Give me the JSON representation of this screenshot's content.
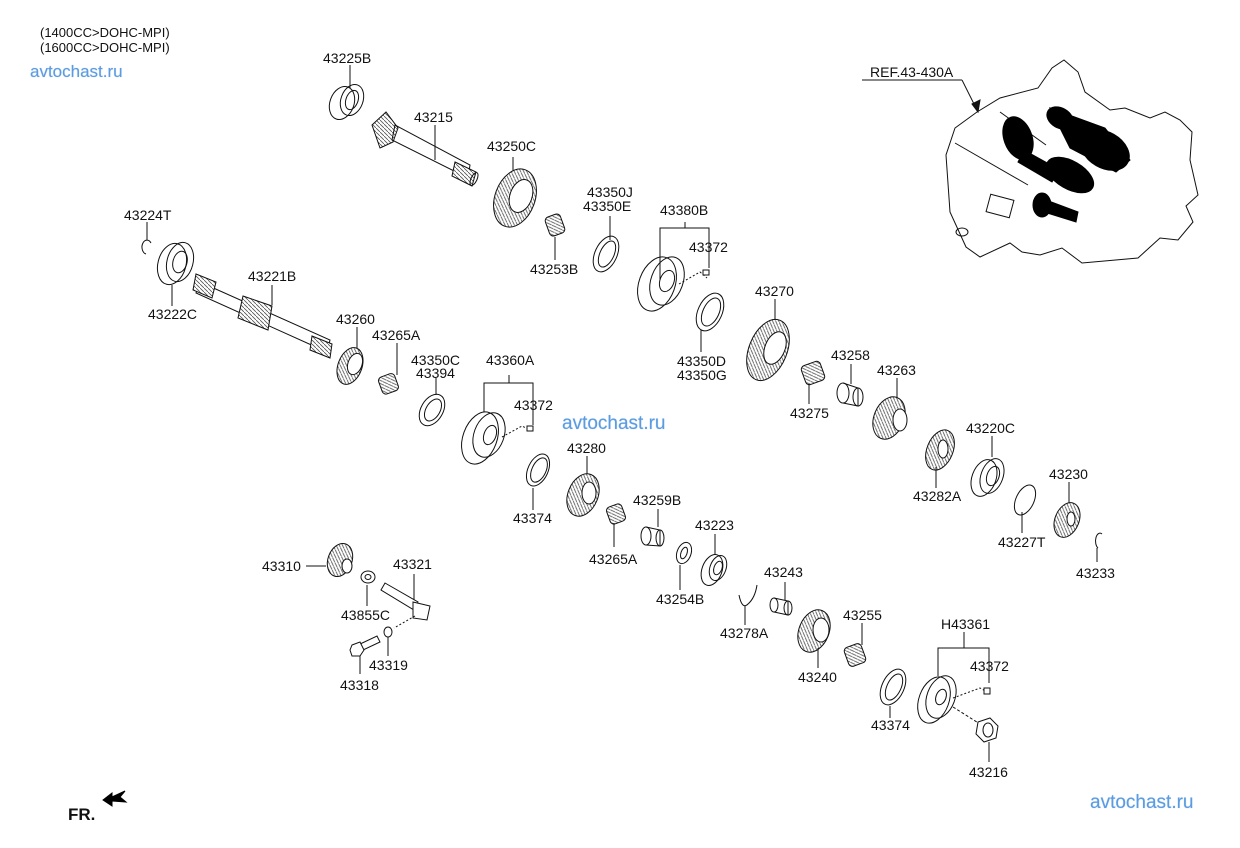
{
  "header": {
    "notes": [
      "(1400CC>DOHC-MPI)",
      "(1600CC>DOHC-MPI)"
    ]
  },
  "reference": {
    "label": "REF.43-430A"
  },
  "direction": {
    "label": "FR."
  },
  "watermarks": [
    "avtochast.ru",
    "avtochast.ru",
    "avtochast.ru"
  ],
  "parts": {
    "p43225B": "43225B",
    "p43215": "43215",
    "p43250C": "43250C",
    "p43350J": "43350J",
    "p43350E": "43350E",
    "p43253B": "43253B",
    "p43380B": "43380B",
    "p43372a": "43372",
    "p43350D": "43350D",
    "p43350G": "43350G",
    "p43224T": "43224T",
    "p43222C": "43222C",
    "p43221B": "43221B",
    "p43260": "43260",
    "p43265A_1": "43265A",
    "p43350C": "43350C",
    "p43394": "43394",
    "p43360A": "43360A",
    "p43372b": "43372",
    "p43374a": "43374",
    "p43270": "43270",
    "p43258": "43258",
    "p43275": "43275",
    "p43263": "43263",
    "p43220C": "43220C",
    "p43282A": "43282A",
    "p43230": "43230",
    "p43227T": "43227T",
    "p43233": "43233",
    "p43280": "43280",
    "p43259B": "43259B",
    "p43265A_2": "43265A",
    "p43223": "43223",
    "p43254B": "43254B",
    "p43310": "43310",
    "p43321": "43321",
    "p43855C": "43855C",
    "p43319": "43319",
    "p43318": "43318",
    "p43243": "43243",
    "p43278A": "43278A",
    "p43255": "43255",
    "p43240": "43240",
    "pH43361": "H43361",
    "p43372c": "43372",
    "p43374b": "43374",
    "p43216": "43216"
  },
  "colors": {
    "line": "#111111",
    "watermark": "#5b9be0",
    "fill": "#000000"
  }
}
